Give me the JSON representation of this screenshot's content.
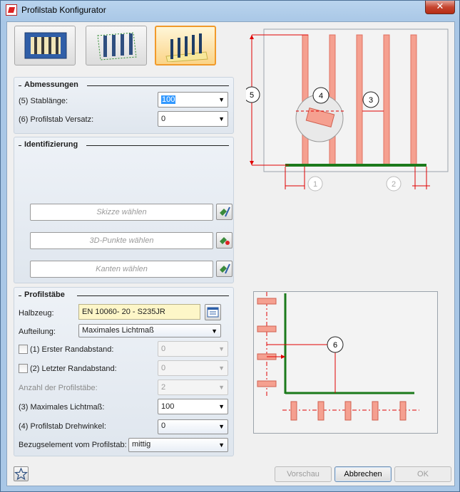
{
  "window": {
    "title": "Profilstab Konfigurator",
    "close_glyph": "✕"
  },
  "tabs": [
    {
      "icon": "frame-profile-icon",
      "active": false
    },
    {
      "icon": "panel-profile-icon",
      "active": false
    },
    {
      "icon": "bar-profile-icon",
      "active": true
    }
  ],
  "abmessungen": {
    "title": "Abmessungen",
    "stablaenge_label": "(5) Stablänge:",
    "stablaenge_value": "100",
    "versatz_label": "(6) Profilstab Versatz:",
    "versatz_value": "0"
  },
  "identifizierung": {
    "title": "Identifizierung",
    "skizze_placeholder": "Skizze wählen",
    "punkte_placeholder": "3D-Punkte wählen",
    "kanten_placeholder": "Kanten wählen"
  },
  "profilstaebe": {
    "title": "Profilstäbe",
    "halbzeug_label": "Halbzeug:",
    "halbzeug_value": "EN 10060- 20 - S235JR",
    "aufteilung_label": "Aufteilung:",
    "aufteilung_value": "Maximales Lichtmaß",
    "erster_label": "(1) Erster Randabstand:",
    "erster_value": "0",
    "letzter_label": "(2) Letzter Randabstand:",
    "letzter_value": "0",
    "anzahl_label": "Anzahl der Profilstäbe:",
    "anzahl_value": "2",
    "lichtmass_label": "(3) Maximales Lichtmaß:",
    "lichtmass_value": "100",
    "drehwinkel_label": "(4) Profilstab Drehwinkel:",
    "drehwinkel_value": "0",
    "bezug_label": "Bezugselement vom Profilstab:",
    "bezug_value": "mittig"
  },
  "diagram_top": {
    "labels": [
      "5",
      "4",
      "3",
      "1",
      "2"
    ]
  },
  "diagram_bottom": {
    "labels": [
      "6"
    ]
  },
  "buttons": {
    "favorite_icon": "star-icon",
    "vorschau": "Vorschau",
    "abbrechen": "Abbrechen",
    "ok": "OK"
  },
  "colors": {
    "bar_fill": "#f5a090",
    "rail": "#1b7a1b",
    "dim": "#e00000",
    "accent_tab": "#f19a2b"
  }
}
